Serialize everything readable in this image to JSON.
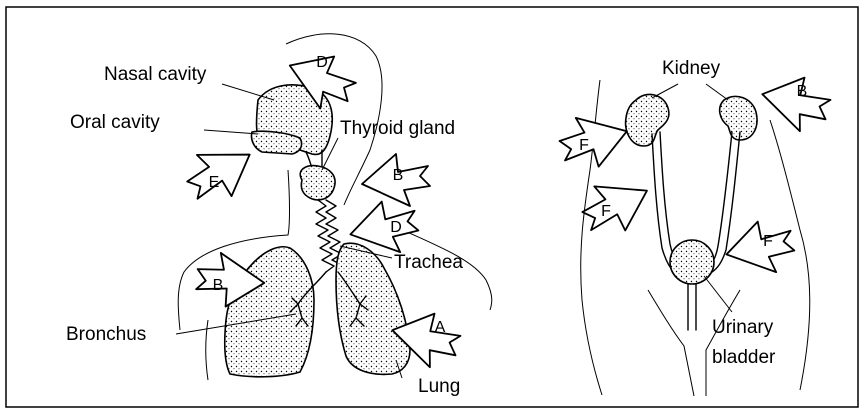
{
  "labels": {
    "nasal_cavity": "Nasal cavity",
    "oral_cavity": "Oral cavity",
    "thyroid_gland": "Thyroid gland",
    "trachea": "Trachea",
    "bronchus": "Bronchus",
    "lung": "Lung",
    "kidney": "Kidney",
    "urinary": "Urinary",
    "bladder": "bladder"
  },
  "arrows": {
    "nasal": "D",
    "oral": "E",
    "thyroid": "B",
    "trachea": "D",
    "bronchus": "B",
    "lung": "A",
    "kidney_right": "B",
    "kidney_left": "F",
    "ureter": "F",
    "bladder": "F"
  },
  "colors": {
    "ink": "#000000",
    "paper": "#ffffff"
  }
}
